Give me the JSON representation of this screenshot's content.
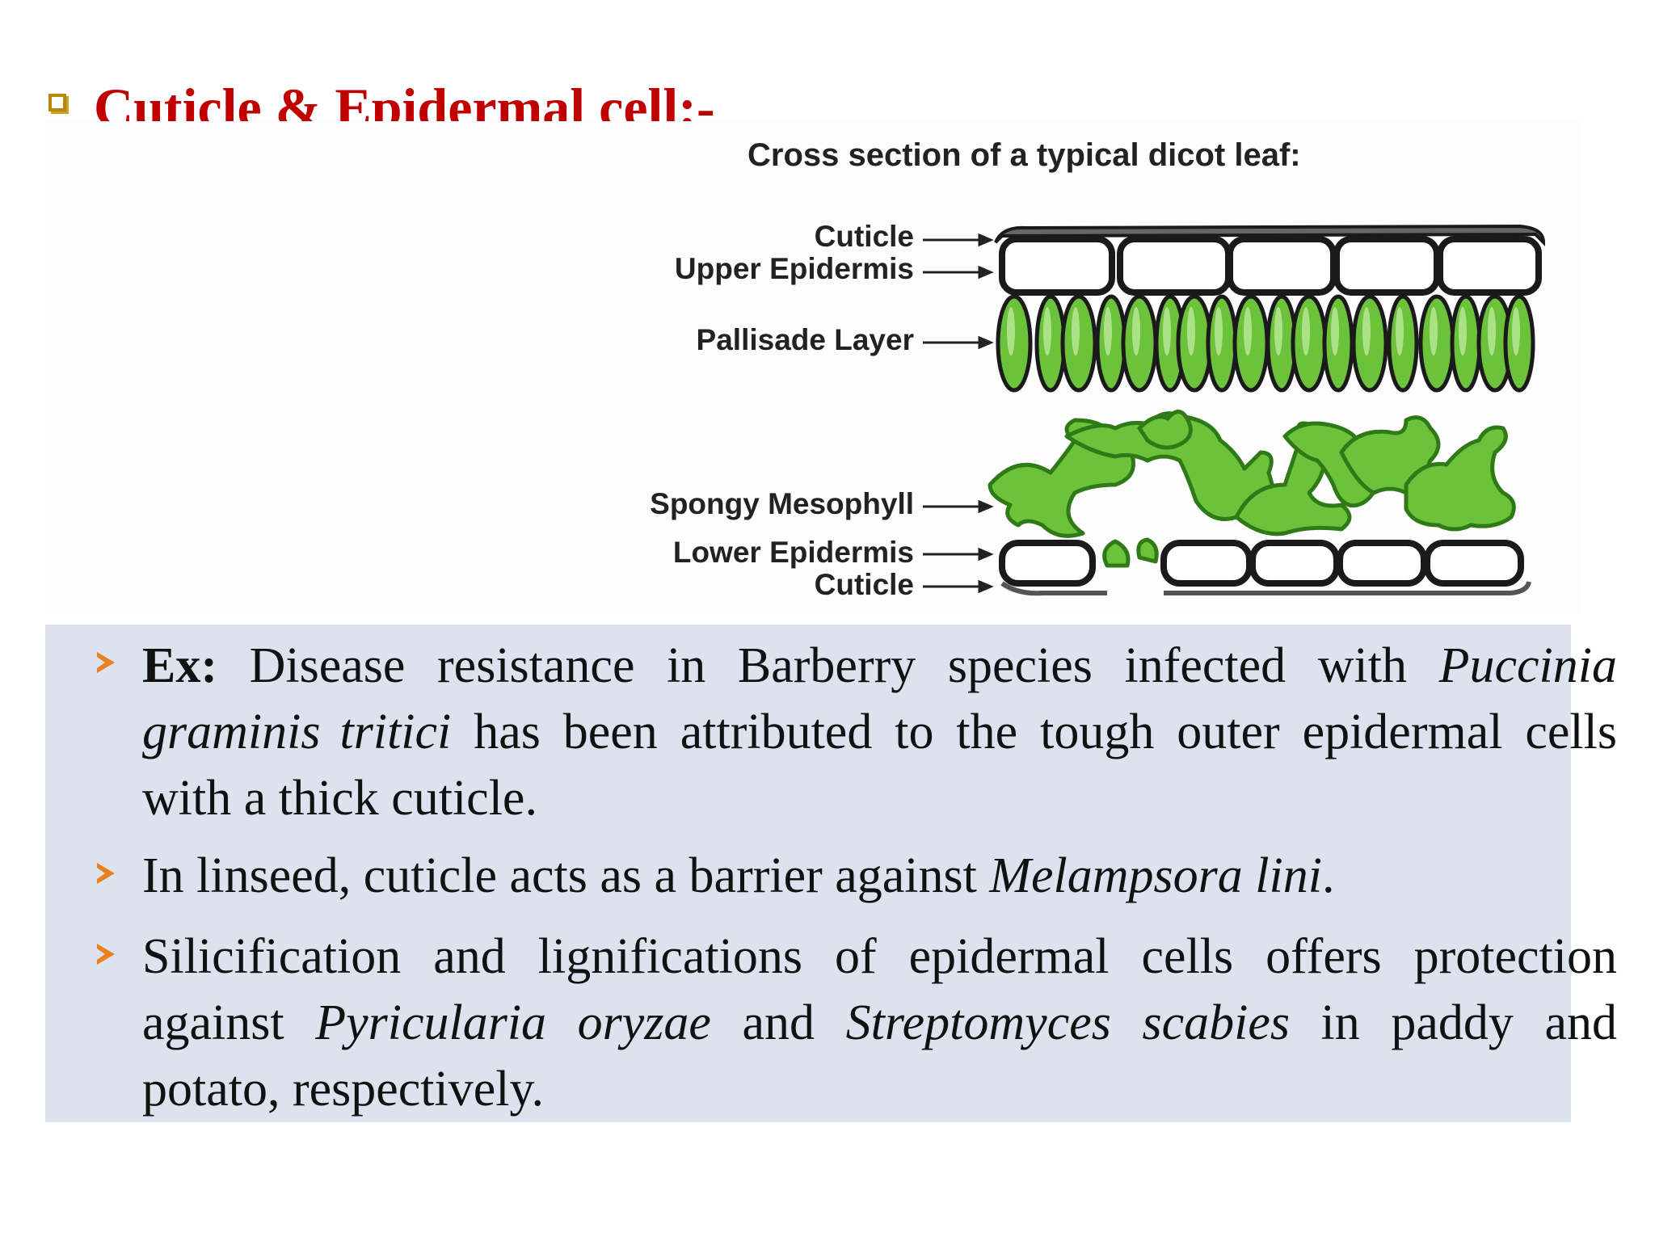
{
  "heading": {
    "text": "Cuticle & Epidermal cell:-"
  },
  "figure": {
    "title": "Cross section of a typical dicot leaf:",
    "labels": {
      "cuticle_top": "Cuticle",
      "upper_epidermis": "Upper Epidermis",
      "palisade": "Pallisade Layer",
      "spongy": "Spongy Mesophyll",
      "lower_epidermis": "Lower Epidermis",
      "cuticle_bottom": "Cuticle"
    },
    "colors": {
      "cell_green": "#6cc23a",
      "cell_green_dark": "#3c8a1c",
      "cell_outline": "#1a1a1a",
      "epidermis_fill": "#ffffff"
    }
  },
  "points": [
    {
      "lead": "Ex:",
      "t1": " Disease resistance in Barberry species infected with ",
      "i1": "Puccinia graminis",
      "i2": "tritici",
      "t2": " has been attributed to the tough outer epidermal cells with a thick  cuticle."
    },
    {
      "t1": "In linseed, cuticle acts as a barrier against ",
      "i1": "Melampsora lini",
      "t2": "."
    },
    {
      "t1": "Silicification and lignifications of epidermal cells offers protection against ",
      "i1": "Pyricularia oryzae",
      "t2": " and ",
      "i2": "Streptomyces scabies",
      "t3": " in paddy and potato,  respectively."
    }
  ],
  "colors": {
    "heading": "#c00000",
    "panel_bg": "#dce3ef",
    "bullet_arrow": "#e8821e",
    "bullet_square": "#b8860b"
  }
}
